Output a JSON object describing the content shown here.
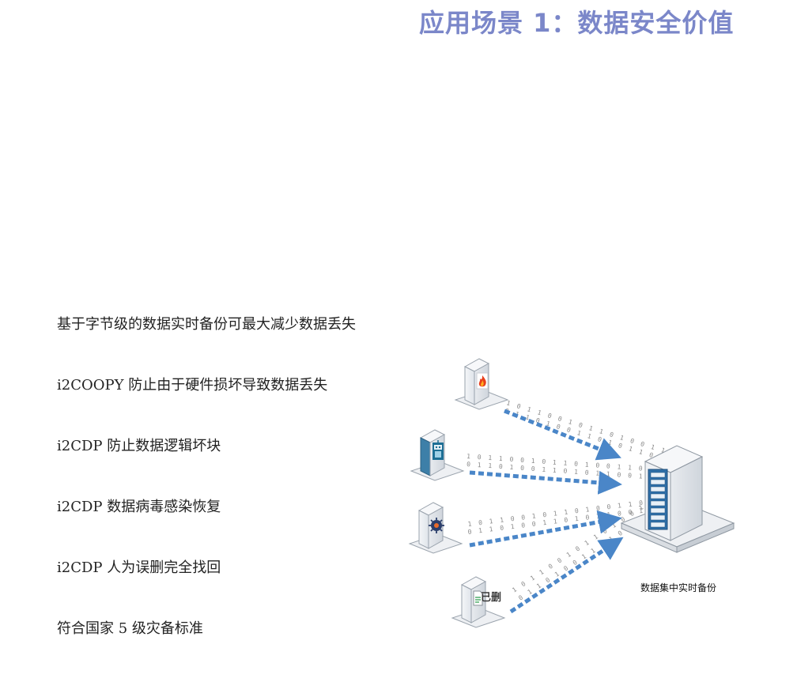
{
  "slide": {
    "title": "应用场景 1：数据安全价值"
  },
  "bullets": [
    "基于字节级的数据实时备份可最大减少数据丢失",
    "i2COOPY 防止由于硬件损坏导致数据丢失",
    "i2CDP 防止数据逻辑坏块",
    "i2CDP 数据病毒感染恢复",
    "i2CDP 人为误删完全找回",
    "符合国家 5 级灾备标准"
  ],
  "diagram": {
    "central_label": "数据集中实时备份",
    "deleted_label": "已删",
    "arrow_color": "#4a86c8",
    "source_servers": [
      {
        "icon": "fire-icon"
      },
      {
        "icon": "robot-icon"
      },
      {
        "icon": "virus-icon"
      },
      {
        "icon": "deleted-document-icon"
      }
    ]
  }
}
